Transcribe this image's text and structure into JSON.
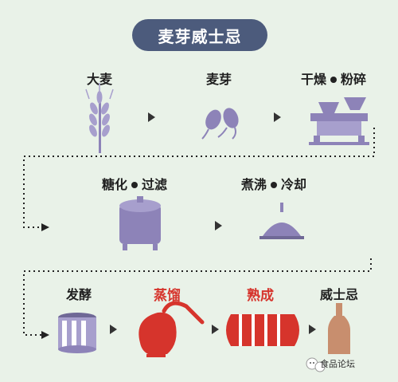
{
  "title": "麦芽威士忌",
  "steps": {
    "barley": "大麦",
    "malt": "麦芽",
    "dry_part1": "干燥",
    "dry_part2": "粉碎",
    "mash_part1": "糖化",
    "mash_part2": "过滤",
    "boil_part1": "煮沸",
    "boil_part2": "冷却",
    "ferment": "发酵",
    "distill": "蒸馏",
    "mature": "熟成",
    "whisky": "威士忌"
  },
  "watermark": "食品论坛",
  "colors": {
    "background": "#e9f2e8",
    "pill": "#4c5b7c",
    "icon_purple": "#8d83b8",
    "icon_light": "#a79fcd",
    "accent_red": "#d6342c",
    "bottle": "#c88e6e"
  }
}
